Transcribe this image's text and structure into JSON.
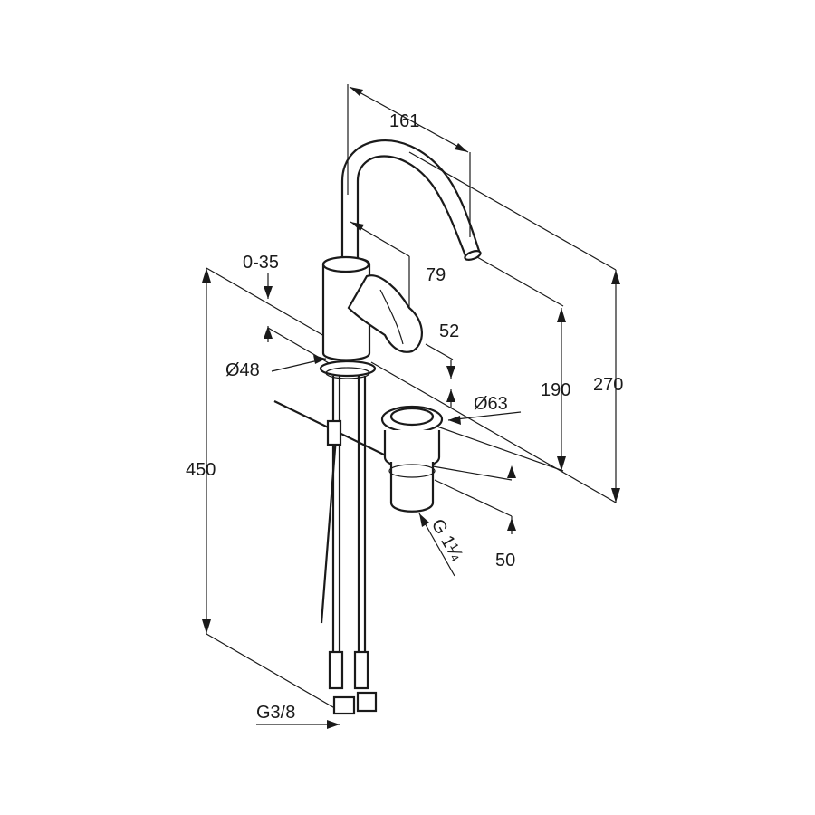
{
  "dimensions": {
    "d161": "161",
    "d79": "79",
    "d0_35": "0-35",
    "d52": "52",
    "d48": "Ø48",
    "d63": "Ø63",
    "d190": "190",
    "d270": "270",
    "d450": "450",
    "d50": "50",
    "g114": "G 1¼",
    "g38": "G3/8"
  }
}
